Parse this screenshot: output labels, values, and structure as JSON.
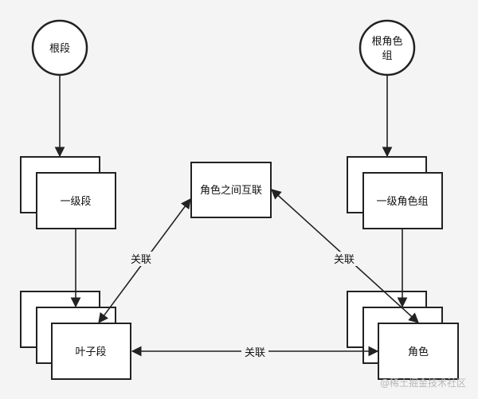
{
  "nodes": {
    "root_segment": "根段",
    "root_role_group": [
      "根角色",
      "组"
    ],
    "first_level_segment": "一级段",
    "first_level_role_group": "一级角色组",
    "role_interconnect": "角色之间互联",
    "leaf_segment": "叶子段",
    "role": "角色"
  },
  "edges": {
    "left_relation": "关联",
    "right_relation": "关联",
    "bottom_relation": "关联"
  },
  "watermark": "@稀土掘金技术社区",
  "colors": {
    "background": "#f4f4f4",
    "stroke": "#222222",
    "node_fill": "#ffffff",
    "watermark": "#b8b8b8"
  }
}
